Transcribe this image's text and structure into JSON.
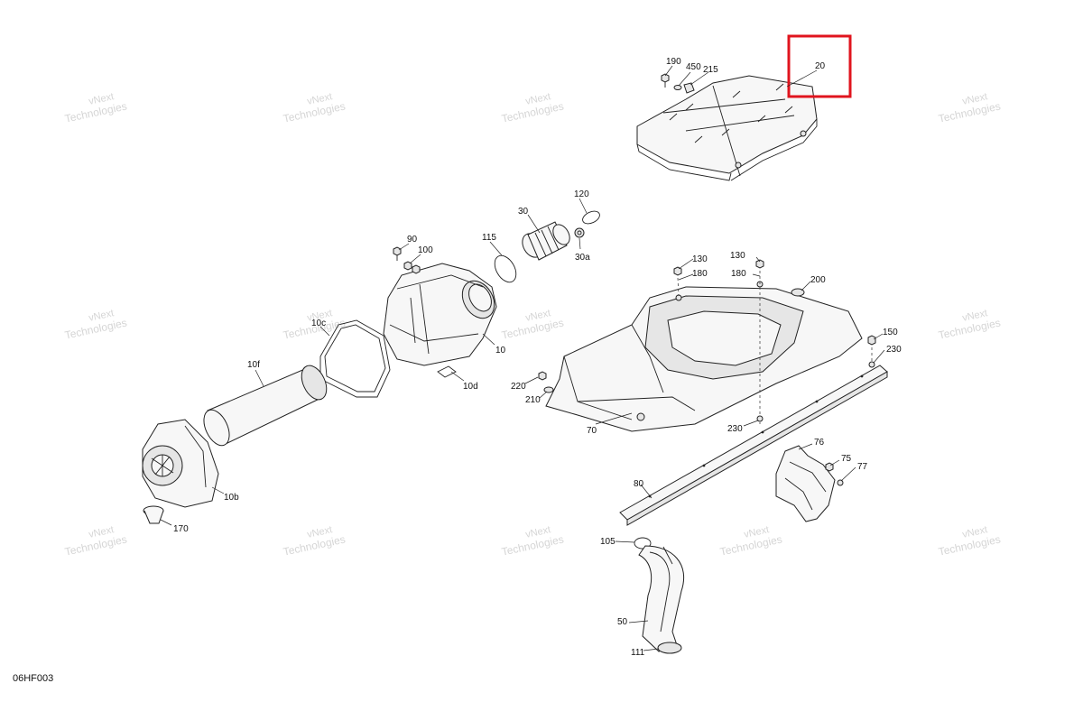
{
  "diagram_code": "06HF003",
  "watermark": {
    "line1": "vNext",
    "line2": "Technologies"
  },
  "highlight": {
    "color": "#e0141e",
    "part": "20"
  },
  "callouts": {
    "c190": "190",
    "c450": "450",
    "c215": "215",
    "c20": "20",
    "c120": "120",
    "c30": "30",
    "c30a": "30a",
    "c115": "115",
    "c90": "90",
    "c100": "100",
    "c10c": "10c",
    "c10": "10",
    "c10d": "10d",
    "c10f": "10f",
    "c10b": "10b",
    "c170": "170",
    "c130a": "130",
    "c180a": "180",
    "c130b": "130",
    "c180b": "180",
    "c200": "200",
    "c150": "150",
    "c230a": "230",
    "c220": "220",
    "c210": "210",
    "c70": "70",
    "c230b": "230",
    "c76": "76",
    "c75": "75",
    "c77": "77",
    "c80": "80",
    "c105": "105",
    "c50": "50",
    "c111": "111"
  }
}
